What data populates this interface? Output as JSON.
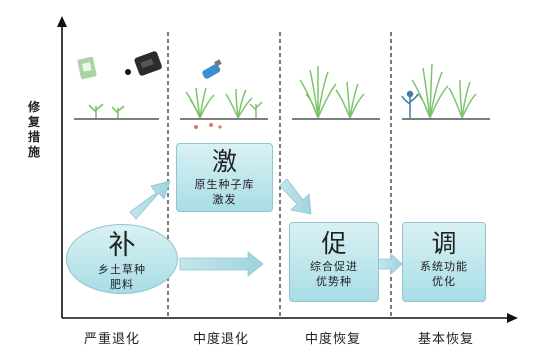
{
  "y_axis_label": "修复措施",
  "x_axis": {
    "stages": [
      "严重退化",
      "中度退化",
      "中度恢复",
      "基本恢复"
    ]
  },
  "boxes": {
    "supplement": {
      "title": "补",
      "line1": "乡土草种",
      "line2": "肥料"
    },
    "stimulate": {
      "title": "激",
      "line1": "原生种子库",
      "line2": "激发"
    },
    "promote": {
      "title": "促",
      "line1": "综合促进",
      "line2": "优势种"
    },
    "regulate": {
      "title": "调",
      "line1": "系统功能",
      "line2": "优化"
    }
  },
  "colors": {
    "box_fill_top": "#d9f1f4",
    "box_fill_bottom": "#a9dde5",
    "arrow": "#a5d7de",
    "grass": "#7cc56a"
  }
}
